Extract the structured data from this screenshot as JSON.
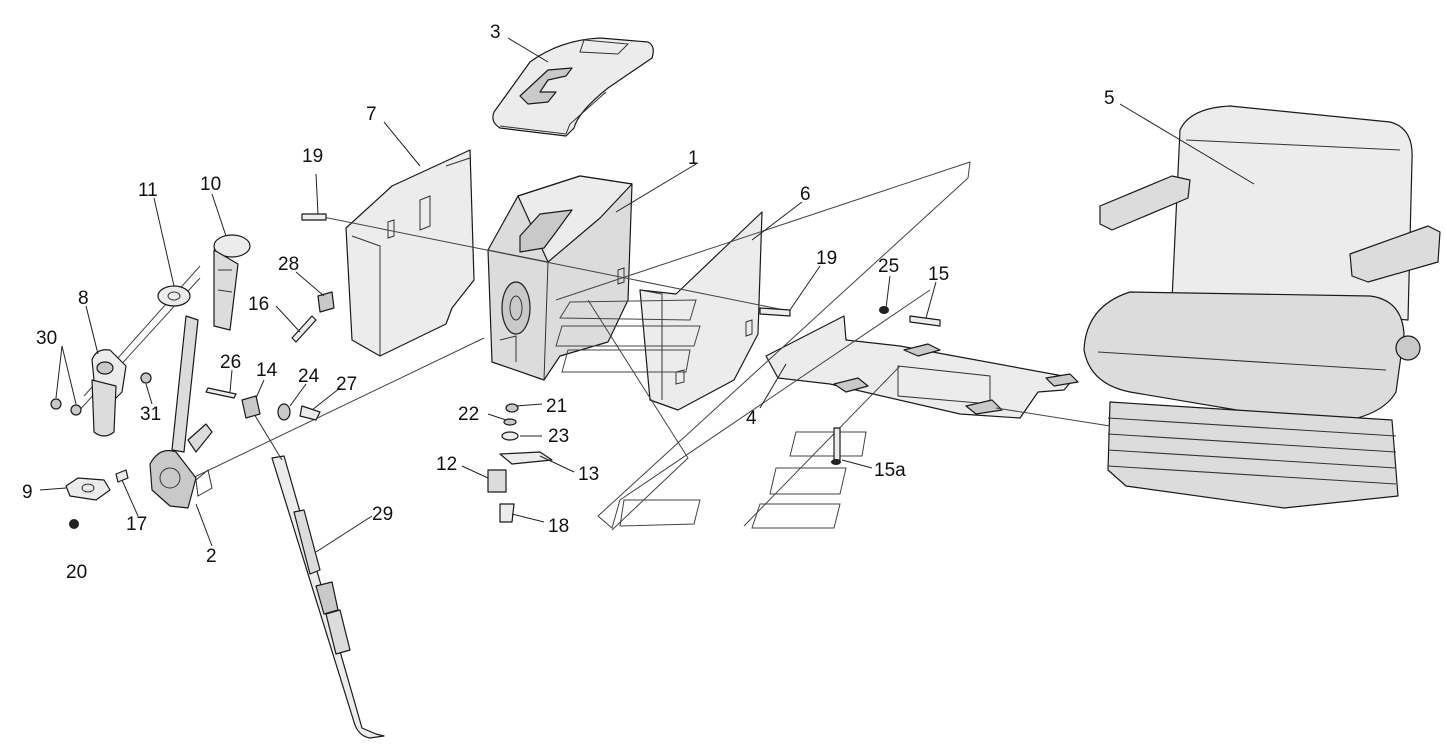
{
  "labels": {
    "l1": "1",
    "l2": "2",
    "l3": "3",
    "l4": "4",
    "l5": "5",
    "l6": "6",
    "l7": "7",
    "l8": "8",
    "l9": "9",
    "l10": "10",
    "l11": "11",
    "l12": "12",
    "l13": "13",
    "l14": "14",
    "l15": "15",
    "l15a": "15a",
    "l16": "16",
    "l17": "17",
    "l18": "18",
    "l19a": "19",
    "l19b": "19",
    "l20": "20",
    "l21": "21",
    "l22": "22",
    "l23": "23",
    "l24": "24",
    "l25": "25",
    "l26": "26",
    "l27": "27",
    "l28": "28",
    "l29": "29",
    "l30": "30",
    "l31": "31"
  }
}
